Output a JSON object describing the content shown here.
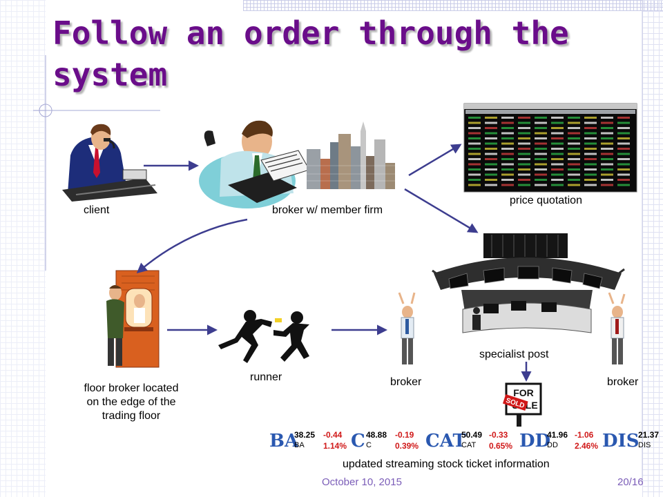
{
  "title": "Follow an order through the system",
  "labels": {
    "client": "client",
    "broker_member_firm": "broker w/ member firm",
    "price_quotation": "price quotation",
    "floor_broker_line1": "floor broker located",
    "floor_broker_line2": "on the edge of the",
    "floor_broker_line3": "trading floor",
    "runner": "runner",
    "broker_left": "broker",
    "specialist_post": "specialist post",
    "broker_right": "broker",
    "streaming_caption": "updated streaming stock ticket information"
  },
  "sold_sign": {
    "top": "FOR",
    "bottom": "SALE",
    "tag": "SOLD"
  },
  "ticker": [
    {
      "symbol": "BA",
      "price": "38.25",
      "code": "BA",
      "change": "-0.44",
      "percent": "1.14%"
    },
    {
      "symbol": "C",
      "price": "48.88",
      "code": "C",
      "change": "-0.19",
      "percent": "0.39%"
    },
    {
      "symbol": "CAT",
      "price": "50.49",
      "code": "CAT",
      "change": "-0.33",
      "percent": "0.65%"
    },
    {
      "symbol": "DD",
      "price": "41.96",
      "code": "DD",
      "change": "-1.06",
      "percent": "2.46%"
    },
    {
      "symbol": "DIS",
      "price": "21.37",
      "code": "DIS",
      "change": "",
      "percent": ""
    }
  ],
  "footer": {
    "date": "October 10, 2015",
    "page": "20/16"
  },
  "colors": {
    "title": "#6a0d8a",
    "arrow": "#3d3d8f",
    "footer": "#7b5db8",
    "ticker_symbol": "#2a58b0",
    "ticker_negative": "#d01818"
  }
}
